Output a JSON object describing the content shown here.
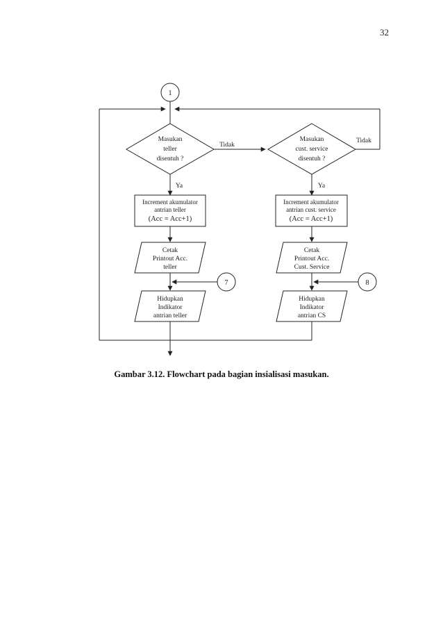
{
  "page": {
    "number": "32"
  },
  "flowchart": {
    "connector_in": "1",
    "connector_teller_in": "7",
    "connector_cs_in": "8",
    "teller": {
      "decision": [
        "Masukan",
        "teller",
        "disentuh ?"
      ],
      "yes_label": "Ya",
      "no_label": "Tidak",
      "process": [
        "Increment akumulator",
        "antrian teller",
        "(Acc = Acc+1)"
      ],
      "print": [
        "Cetak",
        "Printout Acc.",
        "teller"
      ],
      "indicator": [
        "Hidupkan",
        "Indikator",
        "antrian teller"
      ]
    },
    "cs": {
      "decision": [
        "Masukan",
        "cust. service",
        "disentuh ?"
      ],
      "yes_label": "Ya",
      "no_label": "Tidak",
      "process": [
        "Increment akumulator",
        "antrian cust. service",
        "(Acc = Acc+1)"
      ],
      "print": [
        "Cetak",
        "Printout Acc.",
        "Cust. Service"
      ],
      "indicator": [
        "Hidupkan",
        "Indikator",
        "antrian CS"
      ]
    }
  },
  "caption": "Gambar 3.12. Flowchart pada bagian insialisasi masukan."
}
